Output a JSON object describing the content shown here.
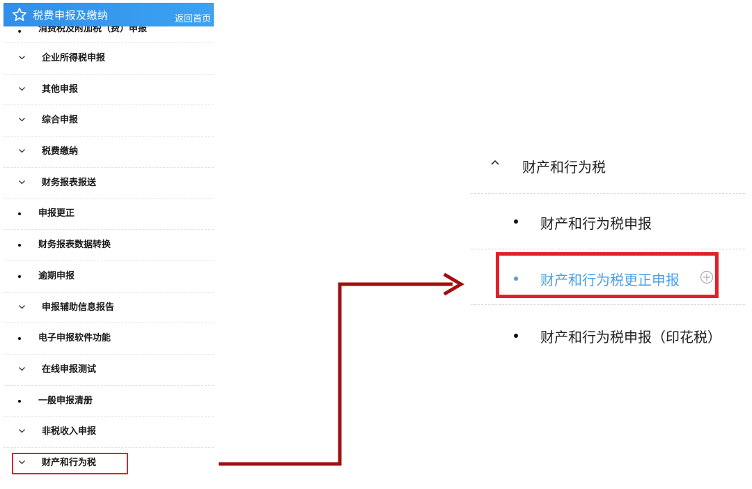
{
  "header": {
    "title": "税费申报及缴纳",
    "home_link": "返回首页",
    "icon": "star-icon",
    "color": "#3399ee"
  },
  "partial_item": {
    "label": "消费税及附加税（费）申报",
    "type": "dot"
  },
  "menu": [
    {
      "label": "企业所得税申报",
      "type": "chevron"
    },
    {
      "label": "其他申报",
      "type": "chevron"
    },
    {
      "label": "综合申报",
      "type": "chevron"
    },
    {
      "label": "税费缴纳",
      "type": "chevron"
    },
    {
      "label": "财务报表报送",
      "type": "chevron"
    },
    {
      "label": "申报更正",
      "type": "dot"
    },
    {
      "label": "财务报表数据转换",
      "type": "dot"
    },
    {
      "label": "逾期申报",
      "type": "dot"
    },
    {
      "label": "申报辅助信息报告",
      "type": "chevron"
    },
    {
      "label": "电子申报软件功能",
      "type": "dot"
    },
    {
      "label": "在线申报测试",
      "type": "chevron"
    },
    {
      "label": "一般申报清册",
      "type": "dot"
    },
    {
      "label": "非税收入申报",
      "type": "chevron"
    },
    {
      "label": "财产和行为税",
      "type": "chevron",
      "highlighted": true
    }
  ],
  "zoom": {
    "group_label": "财产和行为税",
    "items": [
      {
        "label": "财产和行为税申报",
        "active": false
      },
      {
        "label": "财产和行为税更正申报",
        "active": true,
        "has_plus": true
      },
      {
        "label": "财产和行为税申报（印花税）",
        "active": false
      }
    ]
  },
  "colors": {
    "highlight_border": "#e2202a",
    "arrow": "#a01010",
    "active_text": "#4a9fe8"
  }
}
